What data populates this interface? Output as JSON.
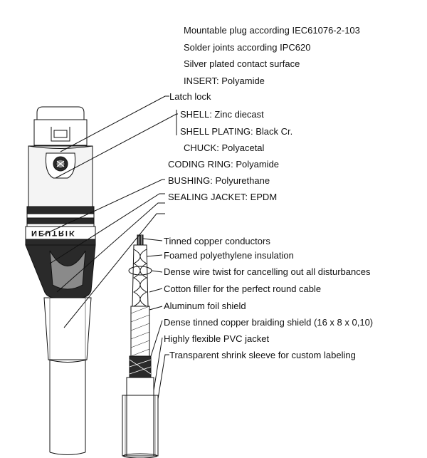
{
  "connector_labels": [
    "Mountable plug according IEC61076-2-103",
    "Solder joints according IPC620",
    "Silver plated contact surface",
    "INSERT: Polyamide",
    "Latch lock",
    "SHELL: Zinc diecast",
    "SHELL PLATING: Black Cr.",
    "CHUCK: Polyacetal",
    "CODING RING: Polyamide",
    "BUSHING: Polyurethane",
    "SEALING JACKET: EPDM"
  ],
  "cable_labels": [
    "Tinned copper conductors",
    "Foamed polyethylene insulation",
    "Dense wire twist for cancelling out all disturbances",
    "Cotton filler for the perfect round cable",
    "Aluminum foil shield",
    "Dense tinned copper braiding shield (16 x 8 x 0,10)",
    "Highly flexible PVC jacket",
    "Transparent shrink sleeve for custom labeling"
  ],
  "brand_text": "NEUTRIK",
  "colors": {
    "line": "#111111",
    "fill_dark": "#2a2a2a",
    "fill_mid": "#8a8a8a",
    "fill_light": "#ffffff"
  }
}
